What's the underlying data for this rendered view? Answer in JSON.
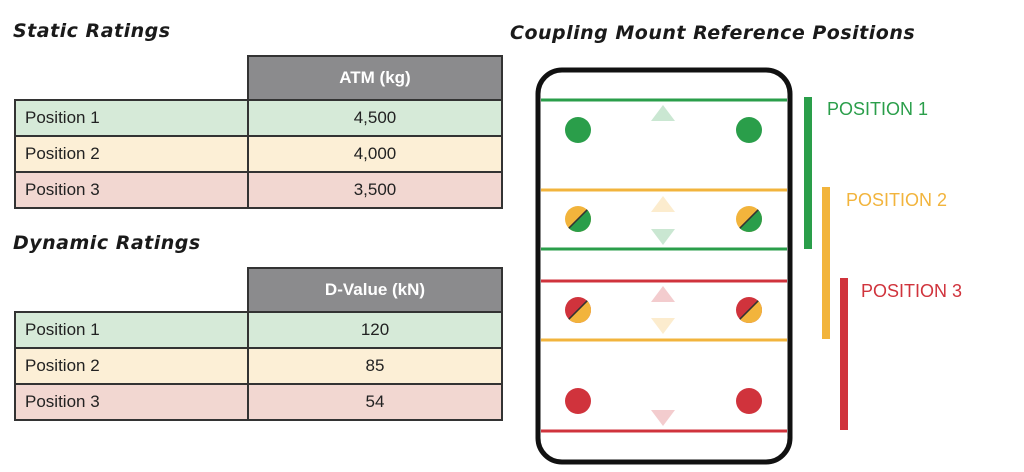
{
  "static_ratings": {
    "title": "Static Ratings",
    "column_header": "ATM (kg)",
    "rows": [
      {
        "label": "Position 1",
        "value": "4,500"
      },
      {
        "label": "Position 2",
        "value": "4,000"
      },
      {
        "label": "Position 3",
        "value": "3,500"
      }
    ]
  },
  "dynamic_ratings": {
    "title": "Dynamic Ratings",
    "column_header": "D-Value (kN)",
    "rows": [
      {
        "label": "Position 1",
        "value": "120"
      },
      {
        "label": "Position 2",
        "value": "85"
      },
      {
        "label": "Position 3",
        "value": "54"
      }
    ]
  },
  "diagram": {
    "title": "Coupling Mount Reference Positions",
    "positions": [
      {
        "label": "POSITION 1",
        "color": "#2a9e4a"
      },
      {
        "label": "POSITION 2",
        "color": "#f2b43c"
      },
      {
        "label": "POSITION 3",
        "color": "#d0333c"
      }
    ]
  },
  "colors": {
    "green": "#2a9e4a",
    "amber": "#f2b43c",
    "red": "#d0333c",
    "header_gray": "#8b8b8d",
    "row1_bg": "#d6ead8",
    "row2_bg": "#fcefd6",
    "row3_bg": "#f2d7d1"
  }
}
